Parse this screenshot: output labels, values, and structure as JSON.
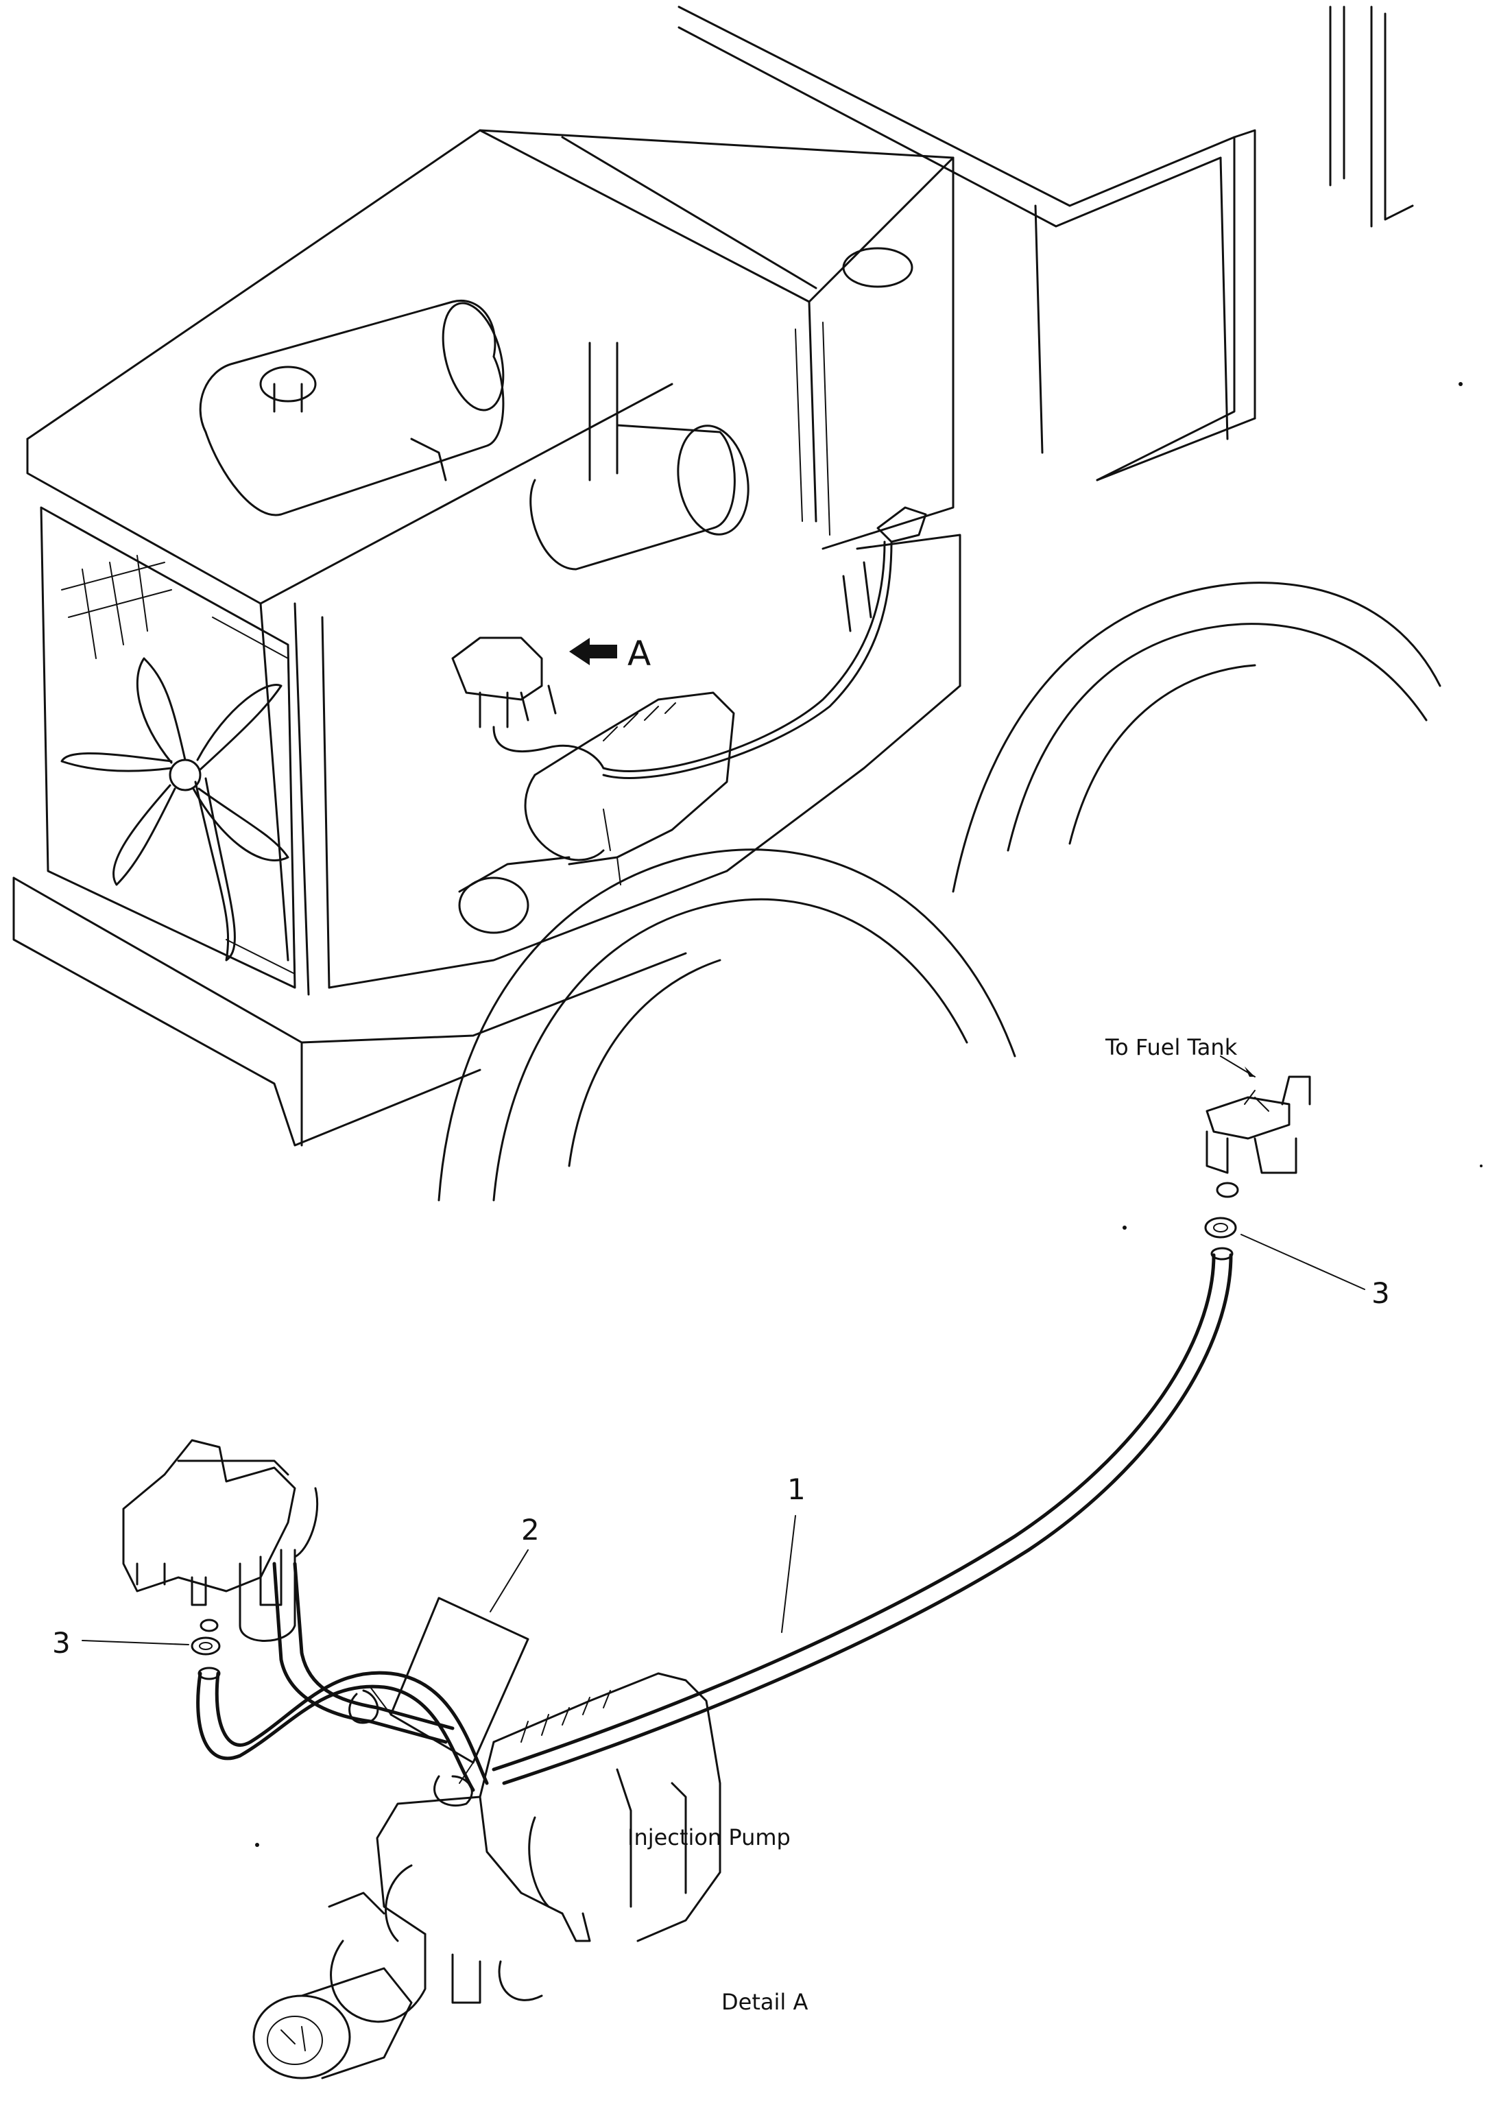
{
  "labels": {
    "view_marker": "A",
    "to_fuel_tank": "To Fuel Tank",
    "injection_pump": "Injection Pump",
    "detail": "Detail A"
  },
  "callouts": {
    "hose": "1",
    "tag": "2",
    "clamp_right": "3",
    "clamp_left": "3"
  }
}
